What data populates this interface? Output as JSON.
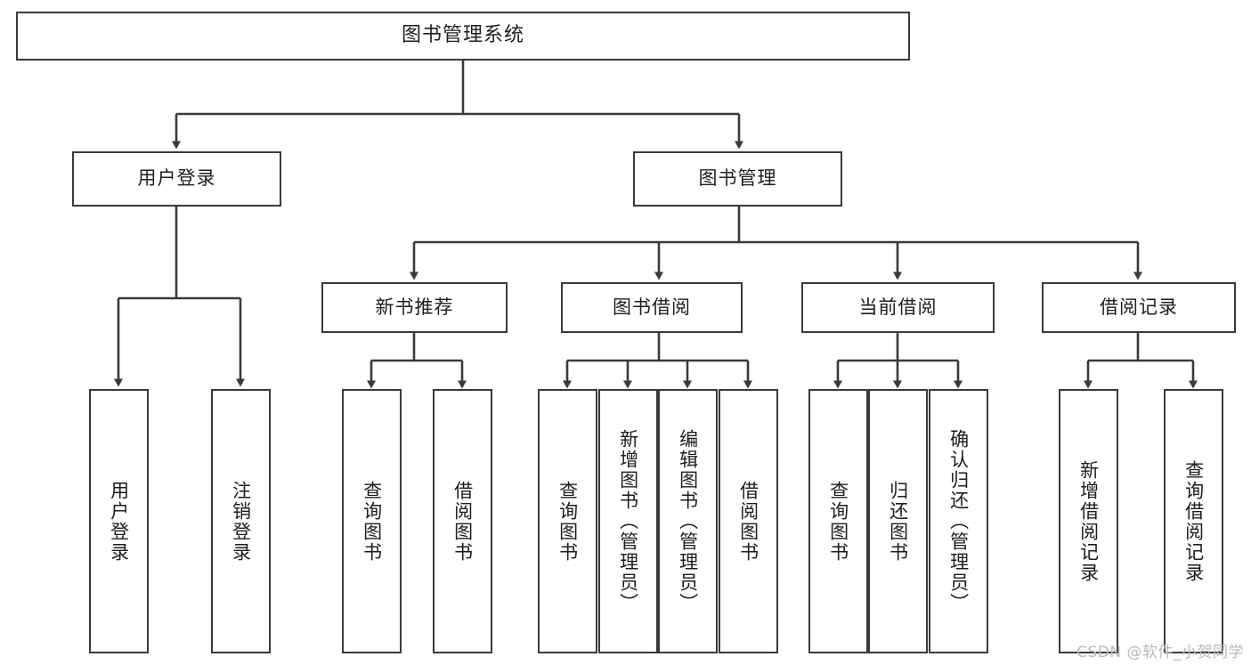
{
  "diagram": {
    "type": "tree",
    "title": "图书管理系统",
    "root": {
      "label": "图书管理系统"
    },
    "level2": [
      {
        "label": "用户登录"
      },
      {
        "label": "图书管理"
      }
    ],
    "level3": [
      {
        "label": "新书推荐"
      },
      {
        "label": "图书借阅"
      },
      {
        "label": "当前借阅"
      },
      {
        "label": "借阅记录"
      }
    ],
    "leaves": {
      "user_login": [
        {
          "label": "用户登录"
        },
        {
          "label": "注销登录"
        }
      ],
      "new_book_recommend": [
        {
          "label": "查询图书"
        },
        {
          "label": "借阅图书"
        }
      ],
      "book_borrow": [
        {
          "label": "查询图书"
        },
        {
          "label": "新增图书（管理员）"
        },
        {
          "label": "编辑图书（管理员）"
        },
        {
          "label": "借阅图书"
        }
      ],
      "current_borrow": [
        {
          "label": "查询图书"
        },
        {
          "label": "归还图书"
        },
        {
          "label": "确认归还（管理员）"
        }
      ],
      "borrow_record": [
        {
          "label": "新增借阅记录"
        },
        {
          "label": "查询借阅记录"
        }
      ]
    }
  },
  "watermark": {
    "text": "CSDN @软件_小贺同学"
  },
  "colors": {
    "border": "#3a3a3a",
    "text": "#1d1d1d",
    "background": "#ffffff",
    "watermark": "#b9b9b9"
  }
}
